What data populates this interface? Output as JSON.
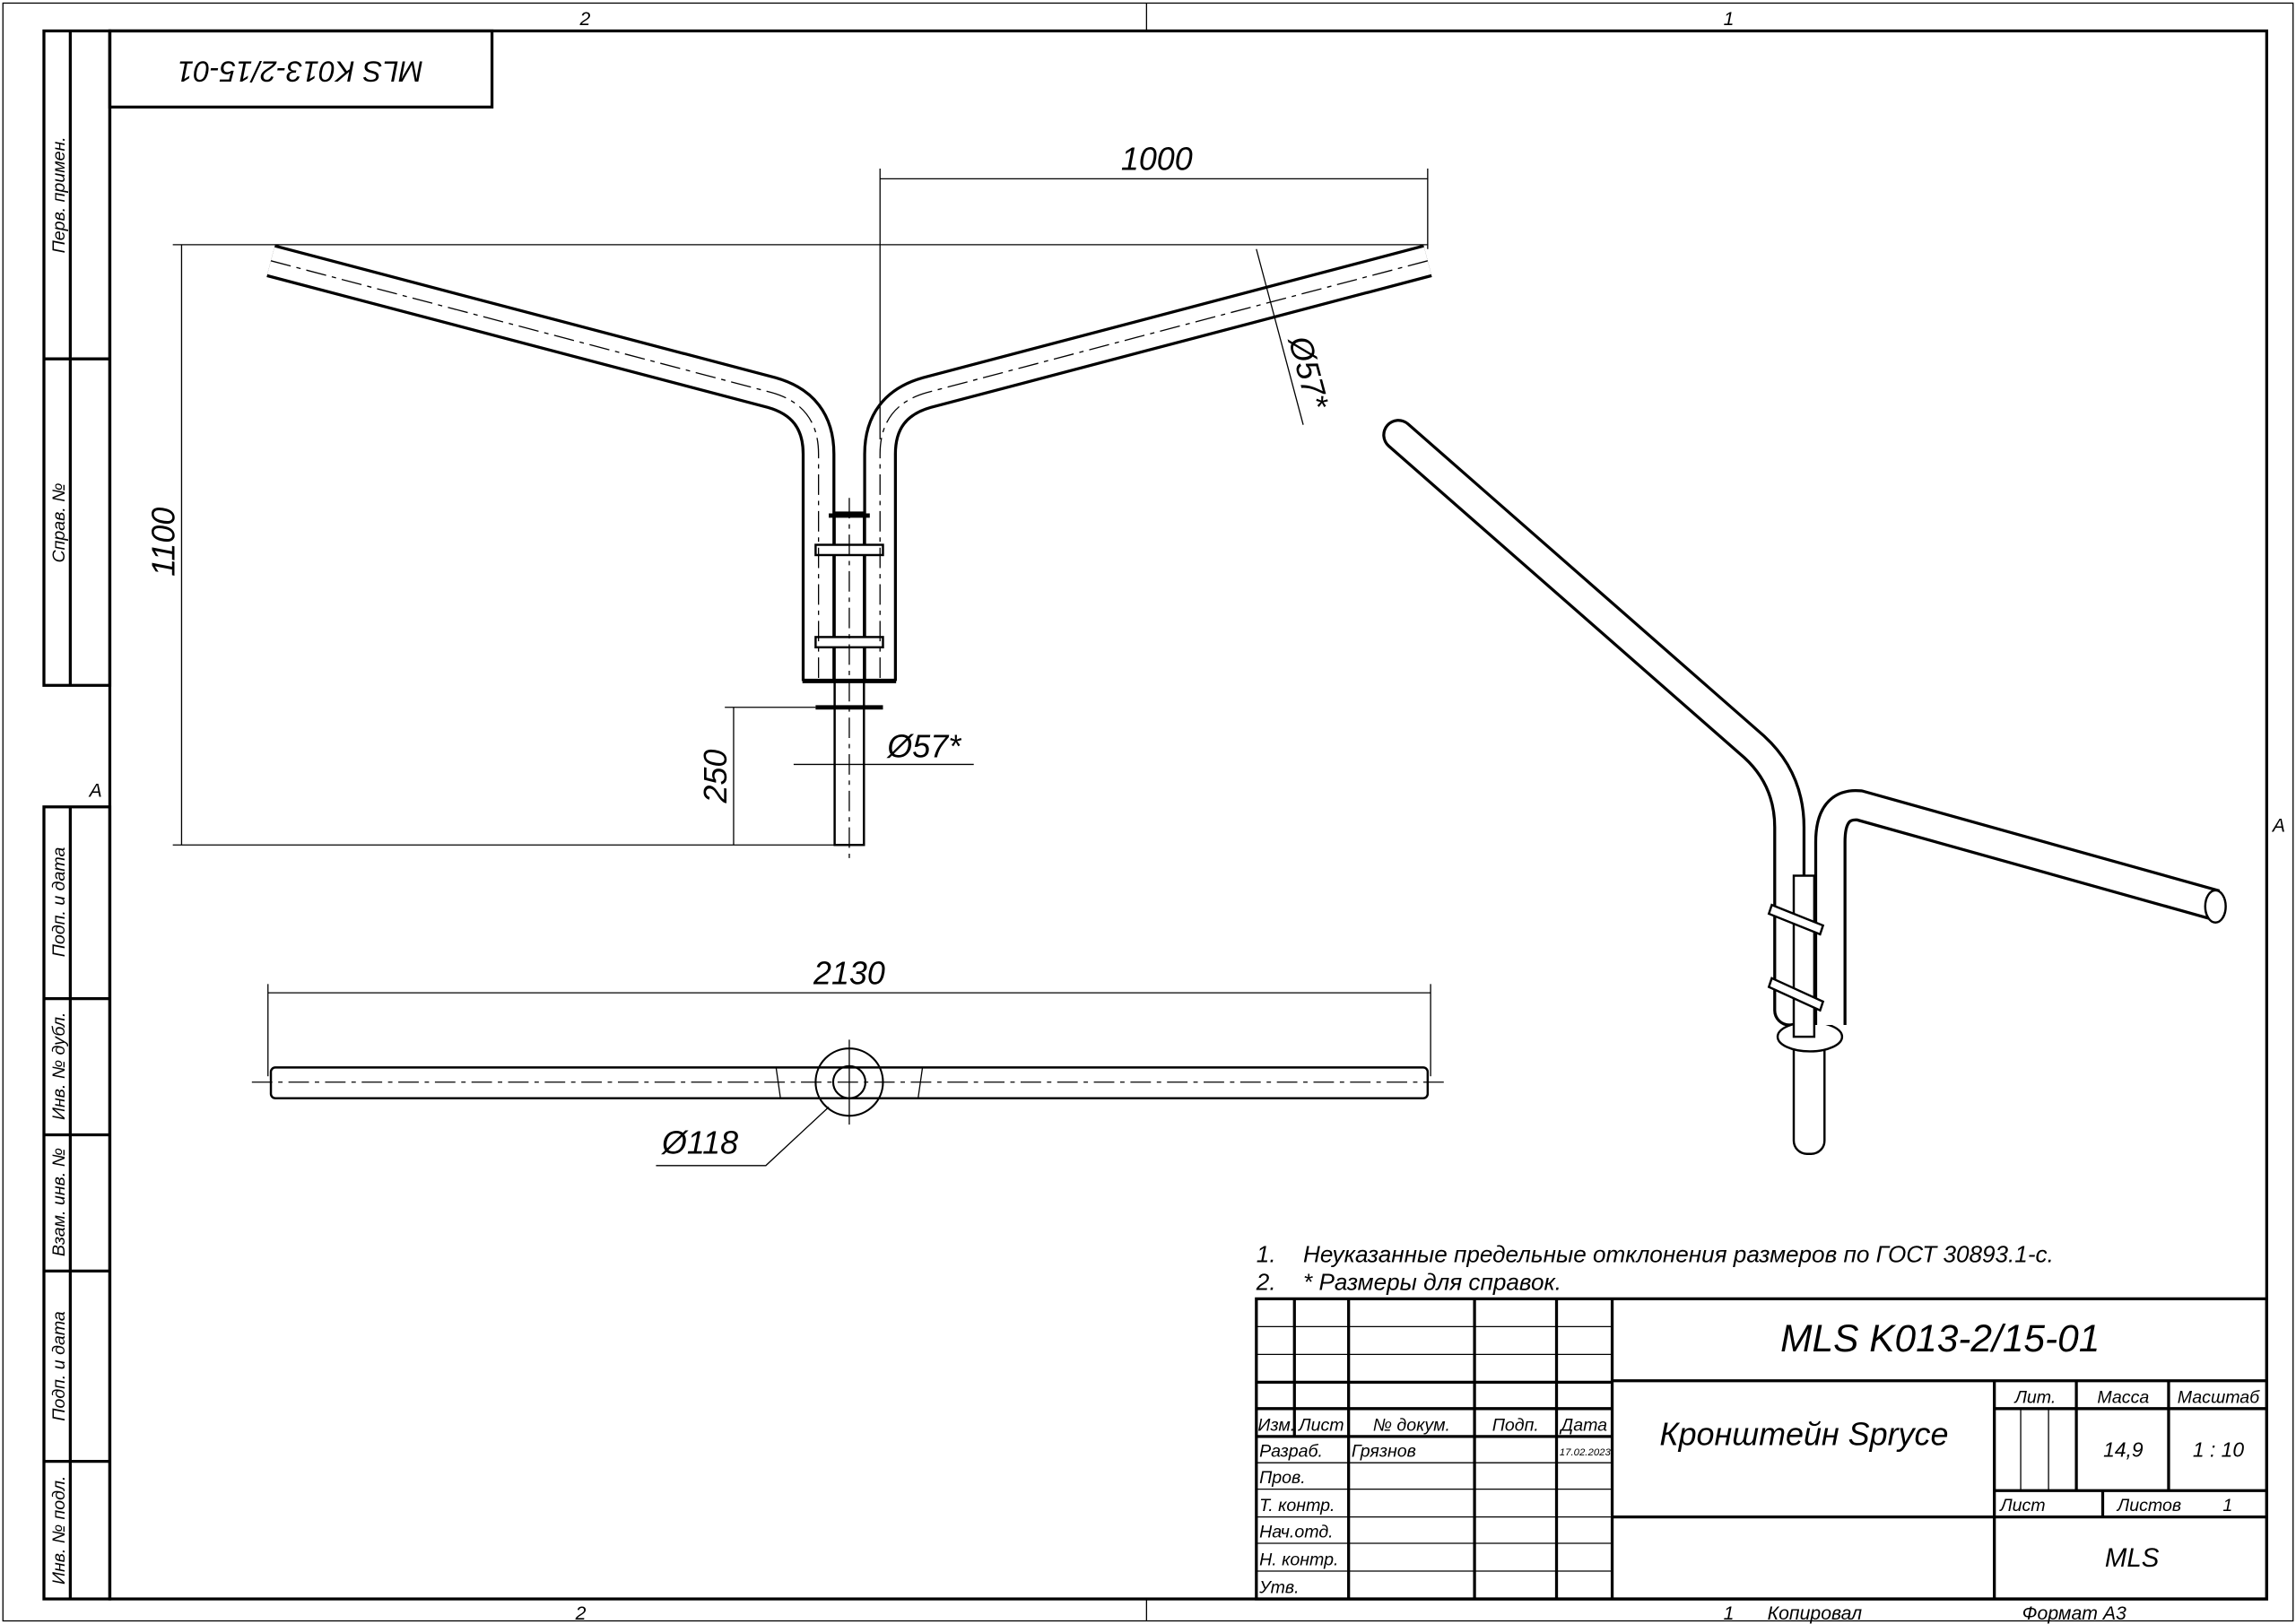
{
  "frame": {
    "zone_top_left": "2",
    "zone_top_right": "1",
    "zone_bottom_left": "2",
    "zone_side_left": "A",
    "zone_side_right": "A",
    "rotated_designation": "MLS K013-2/15-01",
    "side_strip": [
      "Перв. примен.",
      "Справ. №",
      "Подп. и дата",
      "Инв. № дубл.",
      "Взам. инв. №",
      "Подп. и дата",
      "Инв. № подл."
    ]
  },
  "dimensions": {
    "width_top": "1000",
    "height_total": "1100",
    "post_length": "250",
    "post_diameter": "Ø57*",
    "arm_diameter": "Ø57*",
    "span": "2130",
    "flange_diameter": "Ø118"
  },
  "notes": [
    {
      "num": "1.",
      "text": "Неуказанные предельные отклонения размеров по ГОСТ 30893.1-с."
    },
    {
      "num": "2.",
      "text": "* Размеры для справок."
    }
  ],
  "title_block": {
    "designation": "MLS K013-2/15-01",
    "name": "Кронштейн Sprуce",
    "headers": {
      "izm": "Изм.",
      "list": "Лист",
      "doc": "№ докум.",
      "sign": "Подп.",
      "date": "Дата"
    },
    "roles": [
      "Разраб.",
      "Пров.",
      "Т. контр.",
      "Нач.отд.",
      "Н. контр.",
      "Утв."
    ],
    "developer": "Грязнов",
    "date": "17.02.2023",
    "lit_label": "Лит.",
    "mass_label": "Масса",
    "scale_label": "Масштаб",
    "mass": "14,9",
    "scale": "1 : 10",
    "sheet_label": "Лист",
    "sheets_label": "Листов",
    "sheets": "1",
    "company": "MLS",
    "copied_num": "1",
    "copied_label": "Копировал",
    "format": "Формат А3"
  }
}
